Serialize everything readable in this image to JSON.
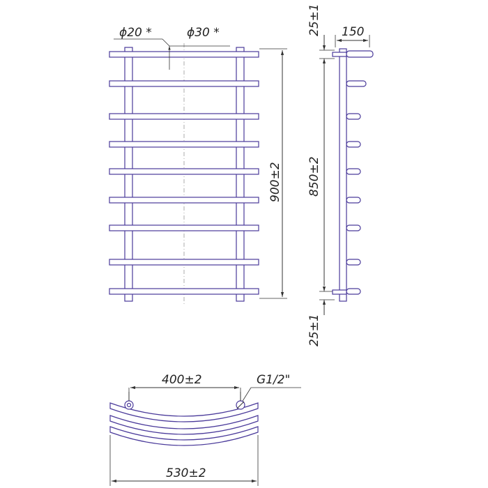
{
  "colors": {
    "pipe": "#4a3a9a",
    "line": "#333333",
    "background": "#ffffff"
  },
  "dims": {
    "pipe_d20": "ϕ20 *",
    "pipe_d30": "ϕ30 *",
    "height": "900±2",
    "center_distance": "850±2",
    "top_offset": "25±1",
    "bottom_offset": "25±1",
    "depth": "150",
    "connection_spacing": "400±2",
    "thread": "G1/2\"",
    "width": "530±2"
  }
}
